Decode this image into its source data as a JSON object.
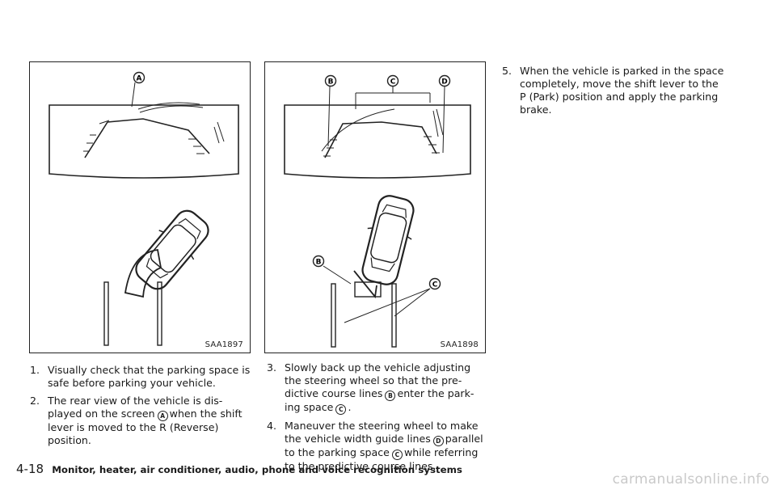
{
  "figure1": {
    "code": "SAA1897",
    "callout_a": "A"
  },
  "figure2": {
    "code": "SAA1898",
    "callout_b": "B",
    "callout_c": "C",
    "callout_d": "D",
    "callout_b2": "B",
    "callout_c2": "C"
  },
  "steps": {
    "s1": {
      "num": "1.",
      "text": "Visually check that the parking space is safe before parking your vehicle."
    },
    "s2": {
      "num": "2.",
      "pre": "The rear view of the vehicle is dis-played on the screen",
      "mark": "A",
      "post": "when the shift lever is moved to the R (Reverse) position."
    },
    "s3": {
      "num": "3.",
      "pre": "Slowly back up the vehicle adjusting the steering wheel so that the pre-dictive course lines",
      "mark1": "B",
      "mid": "enter the park-ing space",
      "mark2": "C",
      "post": "."
    },
    "s4": {
      "num": "4.",
      "pre": "Maneuver the steering wheel to make the vehicle width guide lines",
      "mark1": "D",
      "mid": "parallel to the parking space",
      "mark2": "C",
      "post": "while referring to the predictive course lines."
    },
    "s5": {
      "num": "5.",
      "text": "When the vehicle is parked in the space completely, move the shift lever to the P (Park) position and apply the parking brake."
    }
  },
  "footer": {
    "page": "4-18",
    "section": "Monitor, heater, air conditioner, audio, phone and voice recognition systems"
  },
  "watermark": "carmanualsonline.info"
}
